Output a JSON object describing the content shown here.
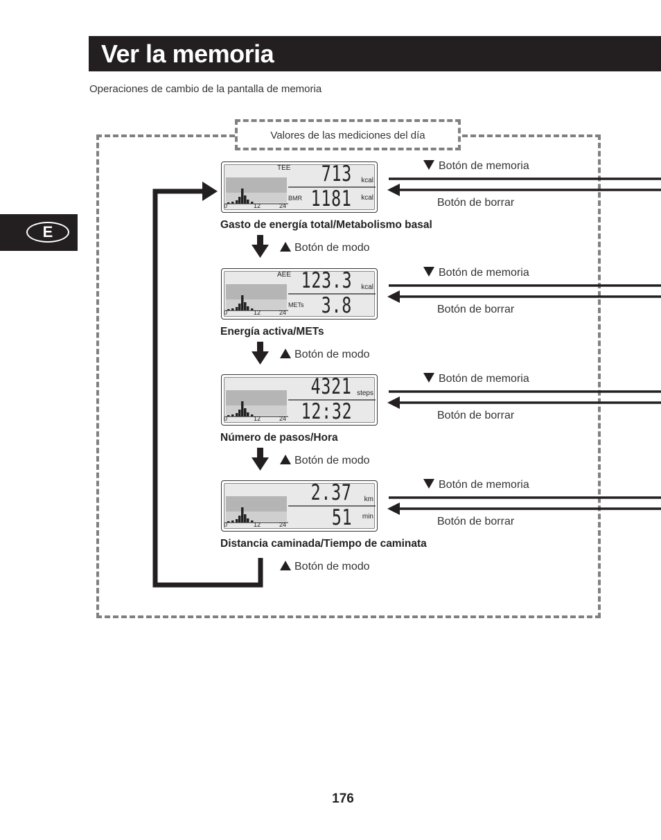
{
  "header": {
    "title": "Ver la memoria"
  },
  "subtitle": "Operaciones de cambio de la pantalla de memoria",
  "language_tab": "E",
  "today_label": "Valores de las mediciones del día",
  "buttons": {
    "memory": "Botón de memoria",
    "delete": "Botón de borrar",
    "mode": "Botón de modo"
  },
  "axis": {
    "start": "0",
    "mid": "12",
    "end": "24"
  },
  "screens": [
    {
      "caption": "Gasto de energía total/Metabolismo basal",
      "top_label": "TEE",
      "top_value": "713",
      "top_unit": "kcal",
      "bottom_label": "BMR",
      "bottom_value": "1181",
      "bottom_unit": "kcal"
    },
    {
      "caption": "Energía activa/METs",
      "top_label": "AEE",
      "top_value": "123.3",
      "top_unit": "kcal",
      "bottom_label": "METs",
      "bottom_value": "3.8",
      "bottom_unit": ""
    },
    {
      "caption": "Número de pasos/Hora",
      "top_label": "",
      "top_value": "4321",
      "top_unit": "steps",
      "bottom_label": "",
      "bottom_value": "12:32",
      "bottom_unit": ""
    },
    {
      "caption": "Distancia caminada/Tiempo de caminata",
      "top_label": "",
      "top_value": "2.37",
      "top_unit": "km",
      "bottom_label": "",
      "bottom_value": "51",
      "bottom_unit": "min"
    }
  ],
  "page_number": "176"
}
